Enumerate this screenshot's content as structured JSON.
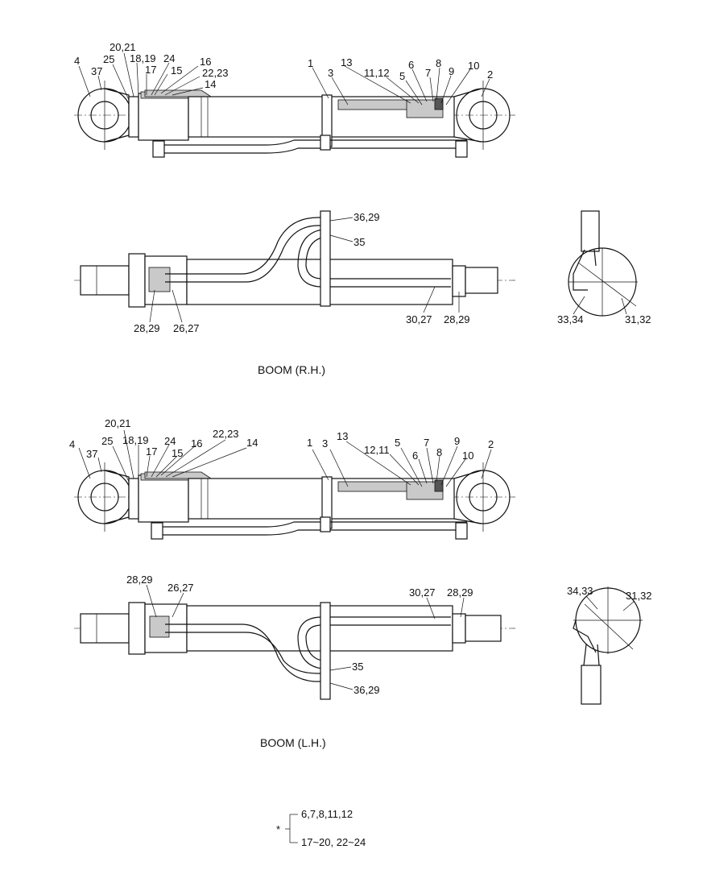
{
  "captions": {
    "rh": "BOOM (R.H.)",
    "lh": "BOOM (L.H.)"
  },
  "legend": {
    "marker": "*",
    "line1": "6,7,8,11,12",
    "line2": "17~20, 22~24"
  },
  "labels": {
    "rh_top": {
      "p4": "4",
      "p37": "37",
      "p25": "25",
      "p20_21": "20,21",
      "p18_19": "18,19",
      "p17": "17",
      "p24": "24",
      "p15": "15",
      "p16": "16",
      "p22_23": "22,23",
      "p14": "14",
      "p1": "1",
      "p3": "3",
      "p13": "13",
      "p11_12": "11,12",
      "p5": "5",
      "p6": "6",
      "p7": "7",
      "p8": "8",
      "p9": "9",
      "p10": "10",
      "p2": "2"
    },
    "rh_plan": {
      "p36_29": "36,29",
      "p35": "35",
      "p28_29_l": "28,29",
      "p26_27": "26,27",
      "p30_27": "30,27",
      "p28_29_r": "28,29"
    },
    "rh_end": {
      "p33_34": "33,34",
      "p31_32": "31,32"
    },
    "lh_top": {
      "p4": "4",
      "p37": "37",
      "p25": "25",
      "p20_21": "20,21",
      "p18_19": "18,19",
      "p17": "17",
      "p24": "24",
      "p15": "15",
      "p16": "16",
      "p22_23": "22,23",
      "p14": "14",
      "p1": "1",
      "p3": "3",
      "p13": "13",
      "p12_11": "12,11",
      "p5": "5",
      "p6": "6",
      "p7": "7",
      "p8": "8",
      "p9": "9",
      "p10": "10",
      "p2": "2"
    },
    "lh_plan": {
      "p28_29_l": "28,29",
      "p26_27": "26,27",
      "p30_27": "30,27",
      "p28_29_r": "28,29",
      "p35": "35",
      "p36_29": "36,29"
    },
    "lh_end": {
      "p34_33": "34,33",
      "p31_32": "31,32"
    }
  }
}
